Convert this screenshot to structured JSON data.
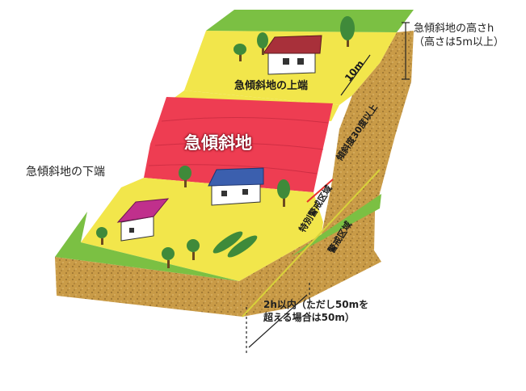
{
  "labels": {
    "slope_height_line1": "急傾斜地の高さh",
    "slope_height_line2": "（高さは5m以上）",
    "top_edge": "急傾斜地の上端",
    "slope": "急傾斜地",
    "bottom_edge": "急傾斜地の下端",
    "distance_10m": "10m",
    "slope_angle": "傾斜度30度以上",
    "special_warning_zone": "特別警戒区域",
    "warning_zone": "警戒区域",
    "extent_line1": "2h以内（ただし50mを",
    "extent_line2": "超える場合は50m）"
  },
  "colors": {
    "safe_zone_green": "#7bc043",
    "warning_zone_yellow": "#f2e64b",
    "special_zone_red": "#ee3d52",
    "soil": "#c99b47",
    "house_roof_red": "#a8303a",
    "house_roof_blue": "#3b5fae",
    "house_roof_pink": "#c0308c",
    "tree": "#3f8a3a"
  }
}
